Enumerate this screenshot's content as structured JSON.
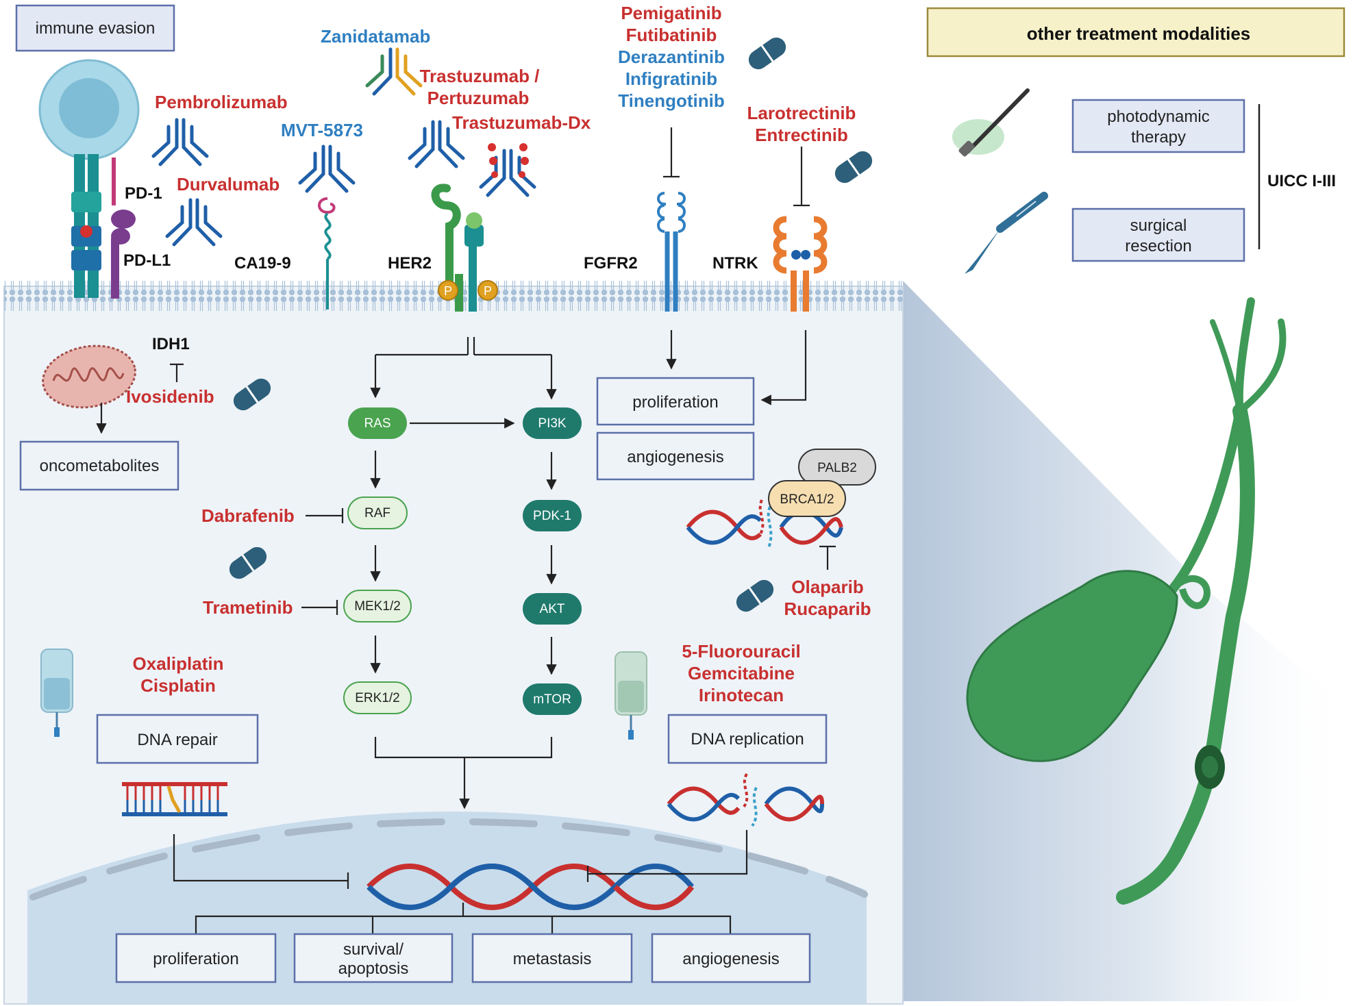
{
  "labels": {
    "immune_evasion": "immune evasion",
    "pd1": "PD-1",
    "pdl1": "PD-L1",
    "ca199": "CA19-9",
    "her2": "HER2",
    "fgfr2": "FGFR2",
    "ntrk": "NTRK",
    "idh1": "IDH1",
    "other_modalities": "other treatment modalities",
    "uicc": "UICC I-III",
    "phospho": "P"
  },
  "drugs": {
    "pembrolizumab": "Pembrolizumab",
    "durvalumab": "Durvalumab",
    "mvt5873": "MVT-5873",
    "zanidatamab": "Zanidatamab",
    "trastuzumab_pertuzumab_line1": "Trastuzumab /",
    "trastuzumab_pertuzumab_line2": "Pertuzumab",
    "trastuzumab_dx": "Trastuzumab-Dx",
    "pemigatinib": "Pemigatinib",
    "futibatinib": "Futibatinib",
    "derazantinib": "Derazantinib",
    "infigratinib": "Infigratinib",
    "tinengotinib": "Tinengotinib",
    "larotrectinib": "Larotrectinib",
    "entrectinib": "Entrectinib",
    "ivosidenib": "Ivosidenib",
    "dabrafenib": "Dabrafenib",
    "trametinib": "Trametinib",
    "oxaliplatin": "Oxaliplatin",
    "cisplatin": "Cisplatin",
    "fluorouracil": "5-Fluorouracil",
    "gemcitabine": "Gemcitabine",
    "irinotecan": "Irinotecan",
    "olaparib": "Olaparib",
    "rucaparib": "Rucaparib"
  },
  "boxes": {
    "oncometabolites": "oncometabolites",
    "proliferation_top": "proliferation",
    "angiogenesis_top": "angiogenesis",
    "dna_repair": "DNA repair",
    "dna_replication": "DNA replication",
    "photodynamic_line1": "photodynamic",
    "photodynamic_line2": "therapy",
    "surgical_line1": "surgical",
    "surgical_line2": "resection"
  },
  "nodes": {
    "ras": "RAS",
    "raf": "RAF",
    "mek": "MEK1/2",
    "erk": "ERK1/2",
    "pi3k": "PI3K",
    "pdk1": "PDK-1",
    "akt": "AKT",
    "mtor": "mTOR",
    "palb2": "PALB2",
    "brca": "BRCA1/2"
  },
  "outcomes": {
    "proliferation": "proliferation",
    "survival_line1": "survival/",
    "survival_line2": "apoptosis",
    "metastasis": "metastasis",
    "angiogenesis": "angiogenesis"
  },
  "colors": {
    "drug_red": "#c8302f",
    "drug_blue": "#2f7fc1",
    "ras_pathway": "#4aa34f",
    "pi3k_pathway": "#1f7a6c",
    "light_node": "#e6f3e1",
    "box_border": "#5b6fa8",
    "box_fill_modality": "#e3e8f5",
    "header_fill": "#f6f1c9",
    "cell_fill": "#eef3f8",
    "gallbladder": "#3f9a57"
  }
}
